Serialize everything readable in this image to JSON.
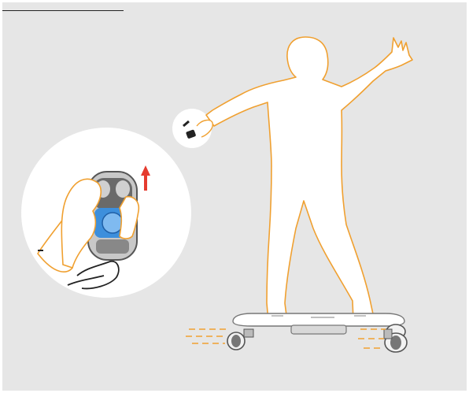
{
  "scene": {
    "subject": "remote-controlled-electric-skateboard",
    "colors": {
      "background": "#e6e6e6",
      "rider_outline": "#f0a030",
      "rider_fill": "#ffffff",
      "accent_arrow": "#e53b2f",
      "speed_lines": "#f0a030",
      "remote_screen": "#3d8fdc",
      "board": "#ffffff",
      "wheels": "#555555"
    },
    "icons": [
      "rider-silhouette",
      "hand-held-remote",
      "magnified-remote",
      "up-arrow",
      "skateboard",
      "speed-lines"
    ]
  }
}
